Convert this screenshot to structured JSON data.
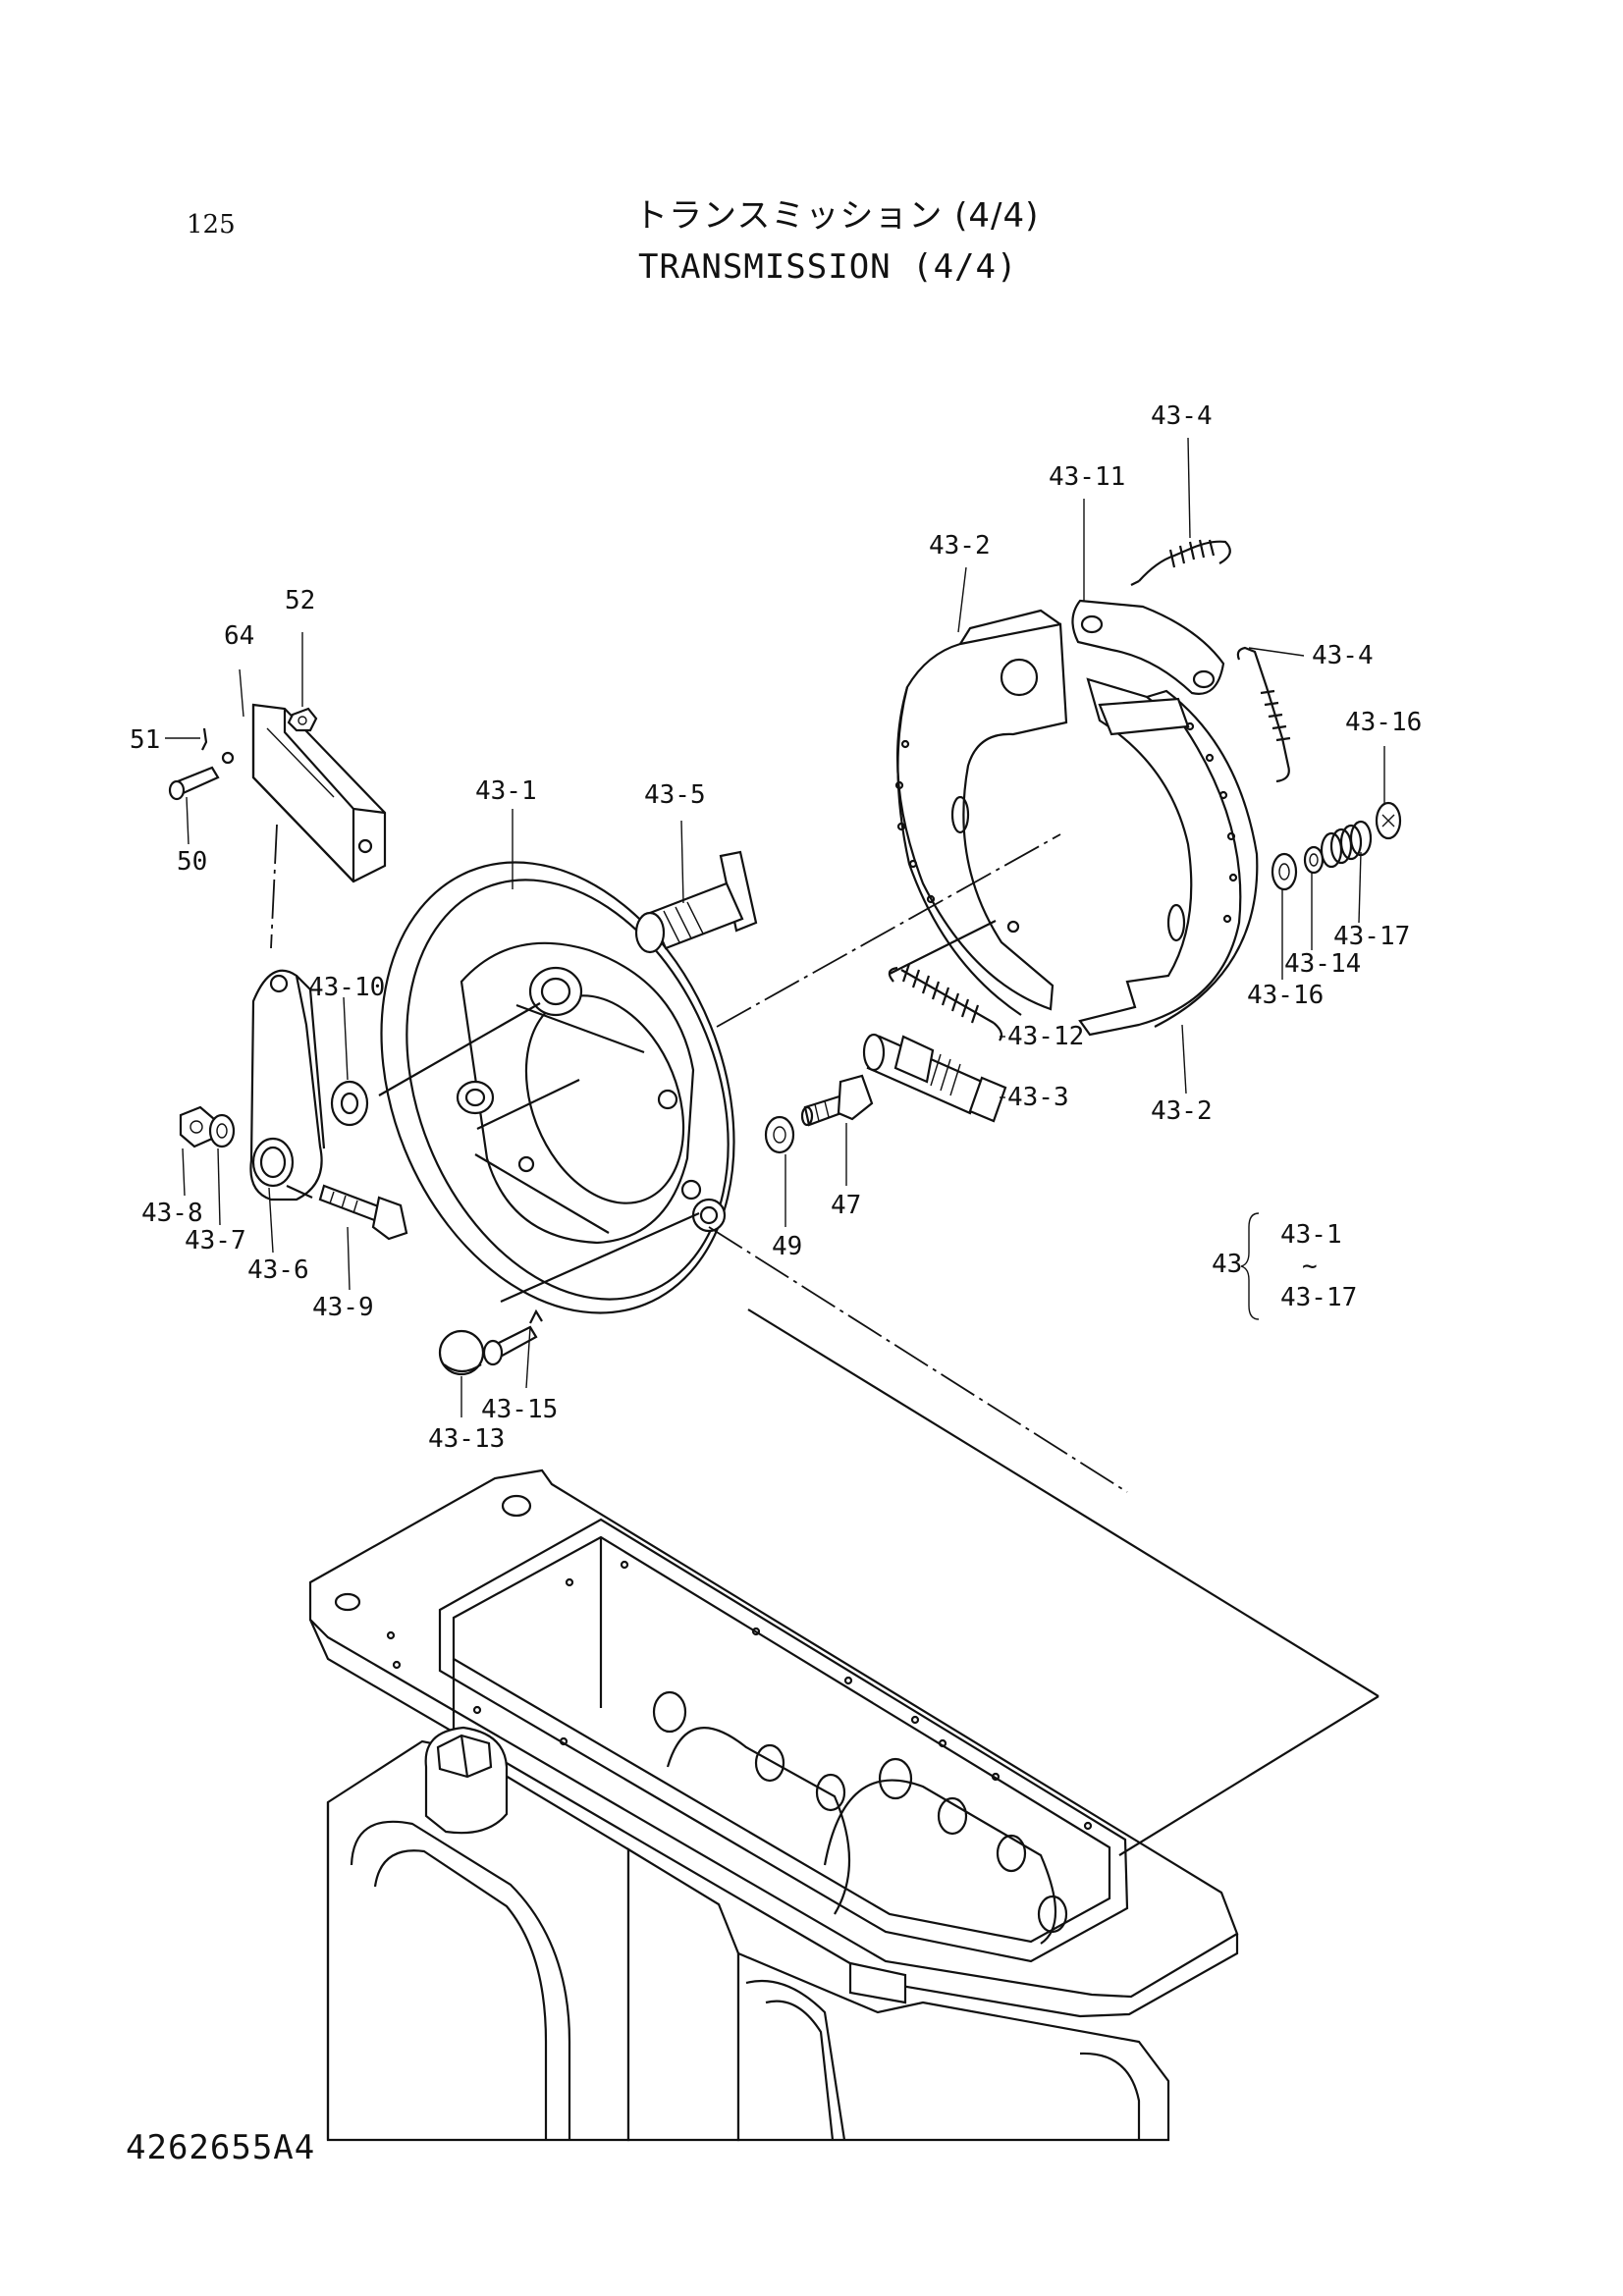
{
  "header": {
    "page_number": "125",
    "title_jp": "トランスミッション (4/4)",
    "title_en": "TRANSMISSION (4/4)"
  },
  "footer": {
    "doc_code": "4262655A4"
  },
  "callouts": {
    "c_43_4_top": "43-4",
    "c_43_11": "43-11",
    "c_43_2_top": "43-2",
    "c_43_4_right": "43-4",
    "c_43_16_top": "43-16",
    "c_52": "52",
    "c_64": "64",
    "c_51": "51",
    "c_50": "50",
    "c_43_1": "43-1",
    "c_43_5": "43-5",
    "c_43_17": "43-17",
    "c_43_14": "43-14",
    "c_43_16_bottom": "43-16",
    "c_43_10": "43-10",
    "c_43_12": "43-12",
    "c_43_3": "43-3",
    "c_43_2_bottom": "43-2",
    "c_43_8": "43-8",
    "c_43_7": "43-7",
    "c_43_6": "43-6",
    "c_43_9": "43-9",
    "c_49": "49",
    "c_47": "47",
    "c_43_15": "43-15",
    "c_43_13": "43-13"
  },
  "assembly": {
    "number": "43",
    "range_start": "43-1",
    "range_tilde": "~",
    "range_end": "43-17"
  }
}
